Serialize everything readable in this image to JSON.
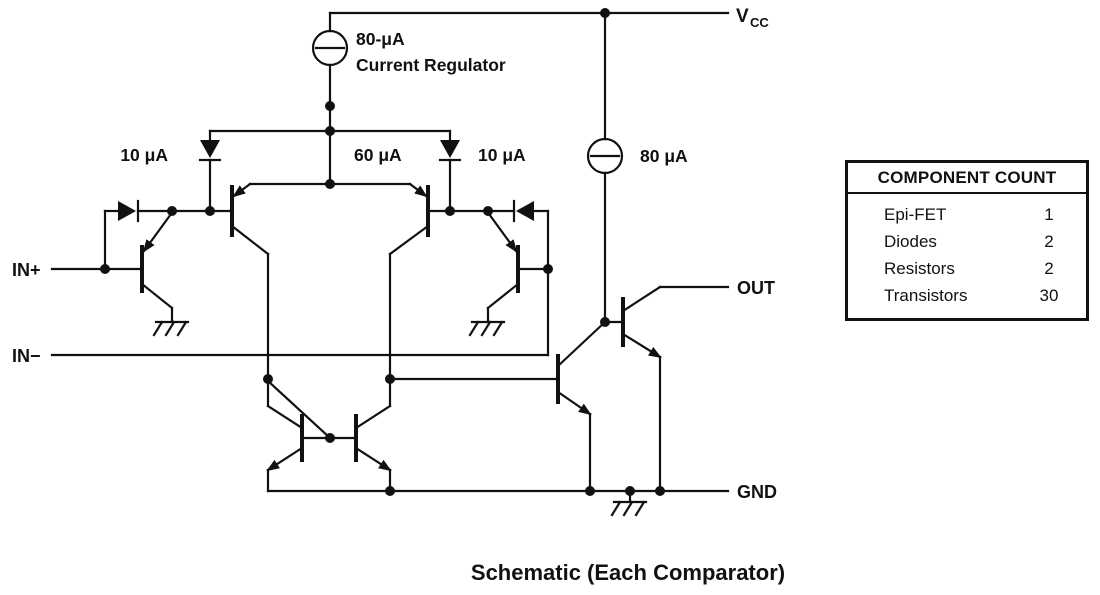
{
  "labels": {
    "vcc_v": "V",
    "vcc_sub": "CC",
    "regulator_value": "80-μA",
    "regulator_name": "Current Regulator",
    "left_diode_current": "10 μA",
    "tail_current": "60 μA",
    "right_diode_current": "10 μA",
    "output_source_current": "80 μA",
    "in_plus": "IN+",
    "in_minus": "IN−",
    "out": "OUT",
    "gnd": "GND"
  },
  "component_count": {
    "title": "COMPONENT COUNT",
    "rows": [
      {
        "name": "Epi-FET",
        "count": "1"
      },
      {
        "name": "Diodes",
        "count": "2"
      },
      {
        "name": "Resistors",
        "count": "2"
      },
      {
        "name": "Transistors",
        "count": "30"
      }
    ]
  },
  "caption": "Schematic (Each Comparator)",
  "colors": {
    "ink": "#111111",
    "background": "#ffffff"
  }
}
